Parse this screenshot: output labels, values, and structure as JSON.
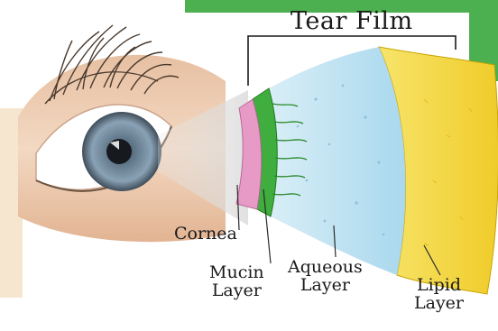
{
  "diagram": {
    "title": "Tear Film",
    "labels": {
      "cornea": "Cornea",
      "mucin": {
        "line1": "Mucin",
        "line2": "Layer"
      },
      "aqueous": {
        "line1": "Aqueous",
        "line2": "Layer"
      },
      "lipid": {
        "line1": "Lipid",
        "line2": "Layer"
      }
    },
    "colors": {
      "cornea": "#e79ac6",
      "mucin": "#3fae3f",
      "aqueous": "#bfe4f2",
      "lipid": "#f2d43c",
      "corner_green": "#4caf50",
      "iris": "#7d95a8",
      "skin": "#f1d0b4"
    }
  }
}
